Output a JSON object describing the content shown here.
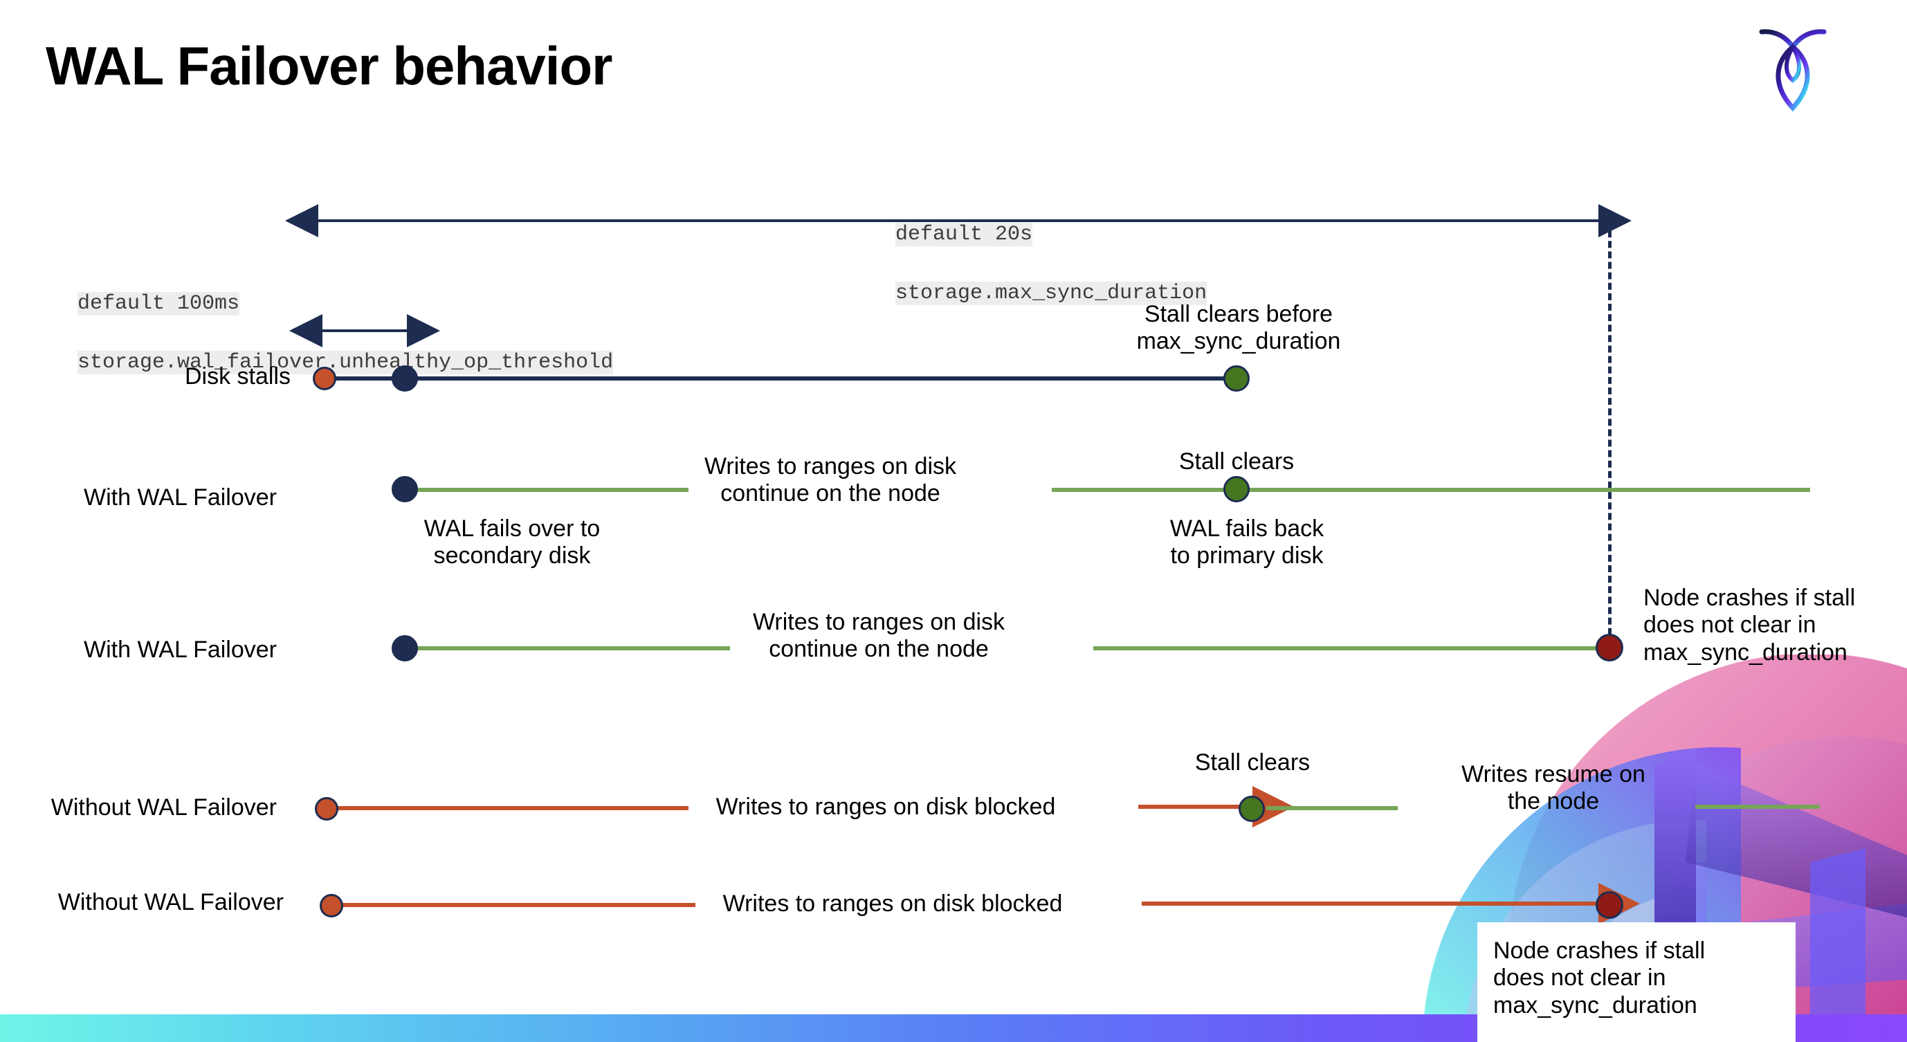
{
  "slide": {
    "title": "WAL Failover behavior",
    "logo_name": "cockroach-labs-logo"
  },
  "annotations": {
    "max_sync": {
      "line1": "default 20s",
      "line2": "storage.max_sync_duration"
    },
    "unhealthy_threshold": {
      "line1": "default 100ms",
      "line2": "storage.wal_failover.unhealthy_op_threshold"
    }
  },
  "rows": [
    {
      "id": "disk-stalls",
      "label": "Disk stalls",
      "note_right": "Stall clears before\nmax_sync_duration"
    },
    {
      "id": "with-wal-failover-1",
      "label": "With WAL Failover",
      "note_below_start": "WAL fails over to\nsecondary disk",
      "note_middle": "Writes to ranges on disk\ncontinue on the node",
      "note_above_mid": "Stall clears",
      "note_below_mid": "WAL fails  back\nto primary disk"
    },
    {
      "id": "with-wal-failover-2",
      "label": "With WAL Failover",
      "note_middle": "Writes to ranges on disk\ncontinue on the node",
      "note_right": "Node crashes if stall\ndoes not clear in\nmax_sync_duration"
    },
    {
      "id": "without-wal-failover-1",
      "label": "Without WAL Failover",
      "note_middle": "Writes to ranges on disk  blocked",
      "note_above_mid": "Stall clears",
      "note_right": "Writes resume on\nthe node"
    },
    {
      "id": "without-wal-failover-2",
      "label": "Without WAL Failover",
      "note_middle": "Writes to ranges on disk  blocked",
      "note_right": "Node crashes if stall\ndoes not clear in\nmax_sync_duration"
    }
  ],
  "colors": {
    "navy": "#1d2c50",
    "green_line": "#76a557",
    "green_dot": "#46761f",
    "red_line": "#c4502c",
    "orange_dot": "#c4502c",
    "dark_red_dot": "#8e1b15",
    "code_bg": "#ededed",
    "text": "#000000"
  }
}
